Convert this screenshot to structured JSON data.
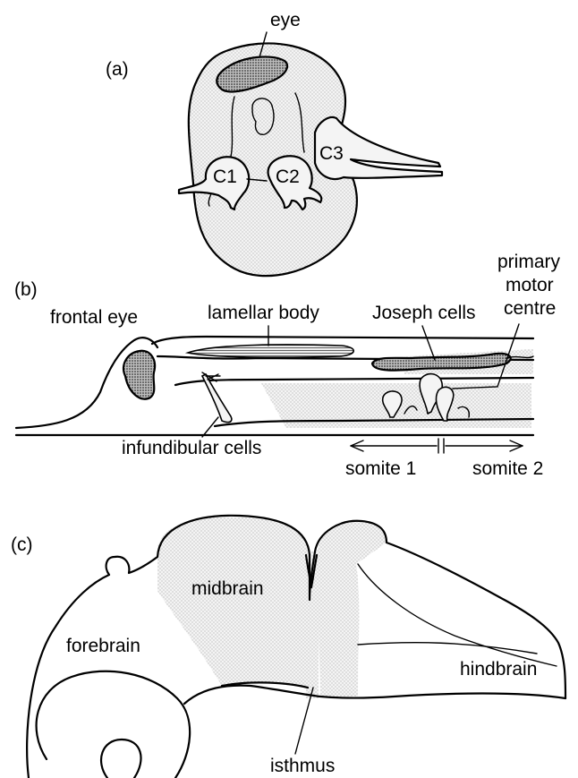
{
  "panels": {
    "a": {
      "tag": "(a)",
      "labels": {
        "eye": "eye",
        "c1": "C1",
        "c2": "C2",
        "c3": "C3"
      }
    },
    "b": {
      "tag": "(b)",
      "labels": {
        "frontal_eye": "frontal eye",
        "lamellar_body": "lamellar body",
        "joseph_cells": "Joseph cells",
        "primary_motor_line1": "primary",
        "primary_motor_line2": "motor",
        "primary_motor_line3": "centre",
        "infundibular_cells": "infundibular cells",
        "somite_1": "somite 1",
        "somite_2": "somite 2"
      }
    },
    "c": {
      "tag": "(c)",
      "labels": {
        "midbrain": "midbrain",
        "forebrain": "forebrain",
        "hindbrain": "hindbrain",
        "isthmus": "isthmus"
      }
    }
  }
}
